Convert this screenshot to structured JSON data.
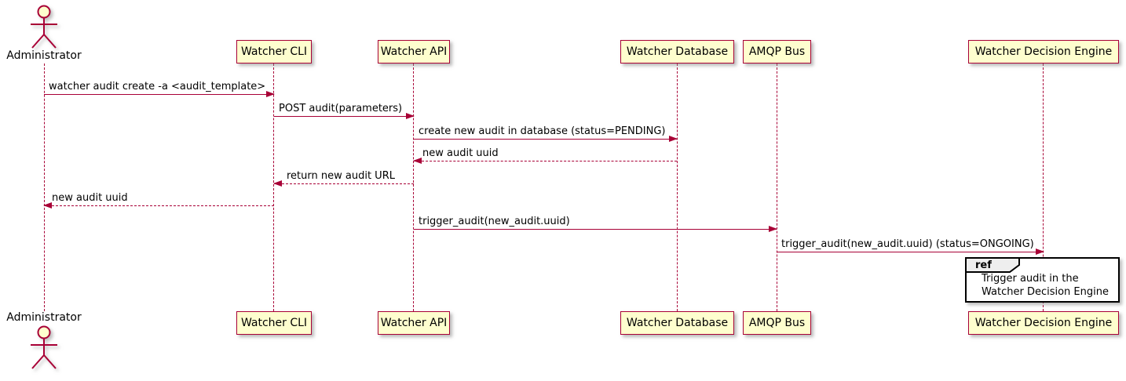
{
  "diagram": {
    "type": "plantuml-sequence-diagram",
    "background": "#FFFFFF"
  },
  "colors": {
    "participant_fill": "#FEFECE",
    "participant_border": "#A80036",
    "line_color": "#A80036",
    "text_color": "#000000",
    "ref_header_fill": "#EEEEEE",
    "ref_border": "#000000"
  },
  "actor": {
    "label": "Administrator",
    "icon": "stick-figure-icon"
  },
  "participants": [
    {
      "label": "Watcher CLI"
    },
    {
      "label": "Watcher API"
    },
    {
      "label": "Watcher Database"
    },
    {
      "label": "AMQP Bus"
    },
    {
      "label": "Watcher Decision Engine"
    }
  ],
  "messages": [
    {
      "from": "Administrator",
      "to": "Watcher CLI",
      "text": "watcher audit create -a <audit_template>",
      "line": "solid",
      "direction": "right"
    },
    {
      "from": "Watcher CLI",
      "to": "Watcher API",
      "text": "POST audit(parameters)",
      "line": "solid",
      "direction": "right"
    },
    {
      "from": "Watcher API",
      "to": "Watcher Database",
      "text": "create new audit in database (status=PENDING)",
      "line": "solid",
      "direction": "right"
    },
    {
      "from": "Watcher Database",
      "to": "Watcher API",
      "text": "new audit uuid",
      "line": "dashed",
      "direction": "left"
    },
    {
      "from": "Watcher API",
      "to": "Watcher CLI",
      "text": "return new audit URL",
      "line": "dashed",
      "direction": "left"
    },
    {
      "from": "Watcher CLI",
      "to": "Administrator",
      "text": "new audit uuid",
      "line": "dashed",
      "direction": "left"
    },
    {
      "from": "Watcher API",
      "to": "AMQP Bus",
      "text": "trigger_audit(new_audit.uuid)",
      "line": "solid",
      "direction": "right"
    },
    {
      "from": "AMQP Bus",
      "to": "Watcher Decision Engine",
      "text": "trigger_audit(new_audit.uuid) (status=ONGOING)",
      "line": "solid",
      "direction": "right"
    }
  ],
  "ref": {
    "keyword": "ref",
    "lines": [
      "Trigger audit in the",
      "Watcher Decision Engine"
    ]
  }
}
